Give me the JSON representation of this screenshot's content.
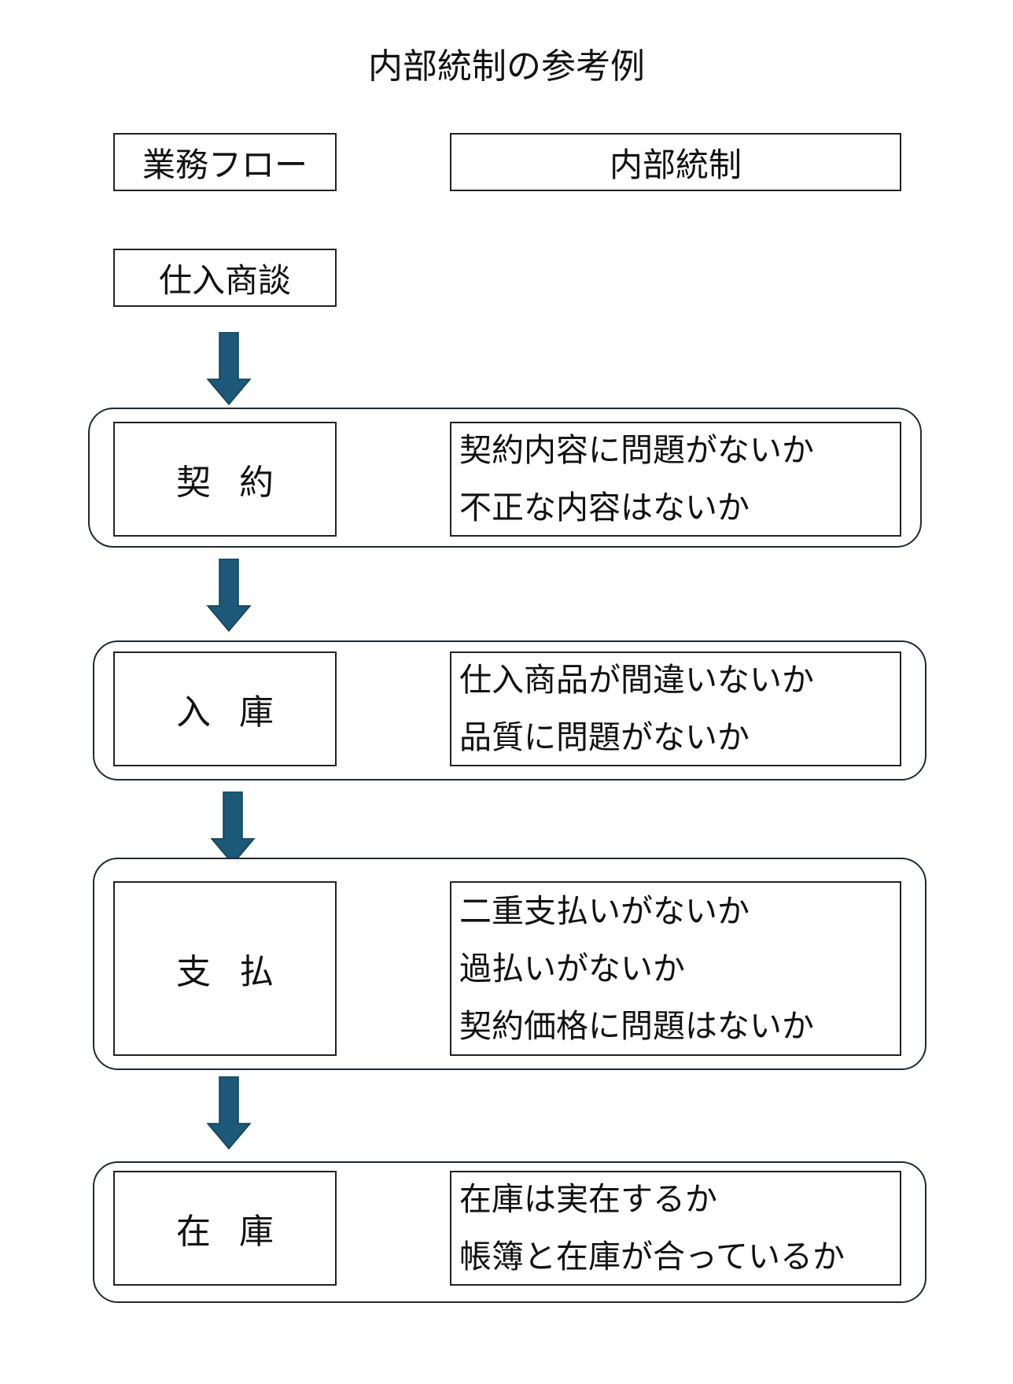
{
  "title": "内部統制の参考例",
  "headers": {
    "flow": "業務フロー",
    "control": "内部統制"
  },
  "start_step": "仕入商談",
  "arrow_color": "#1c5878",
  "steps": [
    {
      "chars": [
        "契",
        "約"
      ],
      "checks": [
        "契約内容に問題がないか",
        "不正な内容はないか"
      ]
    },
    {
      "chars": [
        "入",
        "庫"
      ],
      "checks": [
        "仕入商品が間違いないか",
        "品質に問題がないか"
      ]
    },
    {
      "chars": [
        "支",
        "払"
      ],
      "checks": [
        "二重支払いがないか",
        "過払いがないか",
        "契約価格に問題はないか"
      ]
    },
    {
      "chars": [
        "在",
        "庫"
      ],
      "checks": [
        "在庫は実在するか",
        "帳簿と在庫が合っているか"
      ]
    }
  ]
}
